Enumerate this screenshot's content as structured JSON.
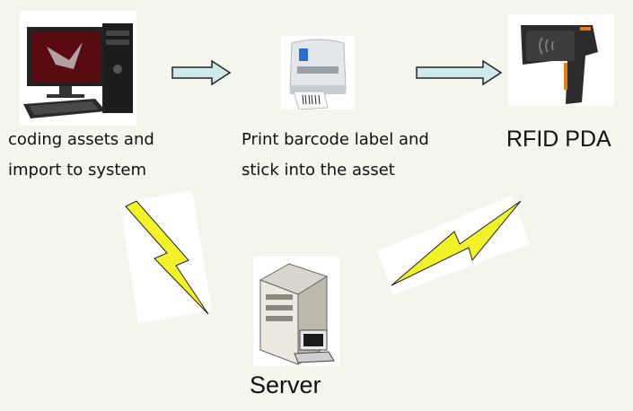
{
  "nodes": {
    "computer": {
      "icon": "desktop-computer-icon",
      "label": [
        "coding assets and",
        "import to system"
      ]
    },
    "printer": {
      "icon": "label-printer-icon",
      "label": [
        "Print barcode label and",
        "stick into the asset"
      ]
    },
    "pda": {
      "icon": "rfid-handheld-icon",
      "label": [
        "RFID PDA"
      ]
    },
    "server": {
      "icon": "server-computer-icon",
      "label": [
        "Server"
      ]
    }
  },
  "connectors": {
    "arrow_fill": "#cfe8ea",
    "bolt_fill": "#f2f22a",
    "links": [
      "computer-to-printer",
      "printer-to-pda",
      "computer-to-server-wireless",
      "pda-to-server-wireless"
    ]
  }
}
